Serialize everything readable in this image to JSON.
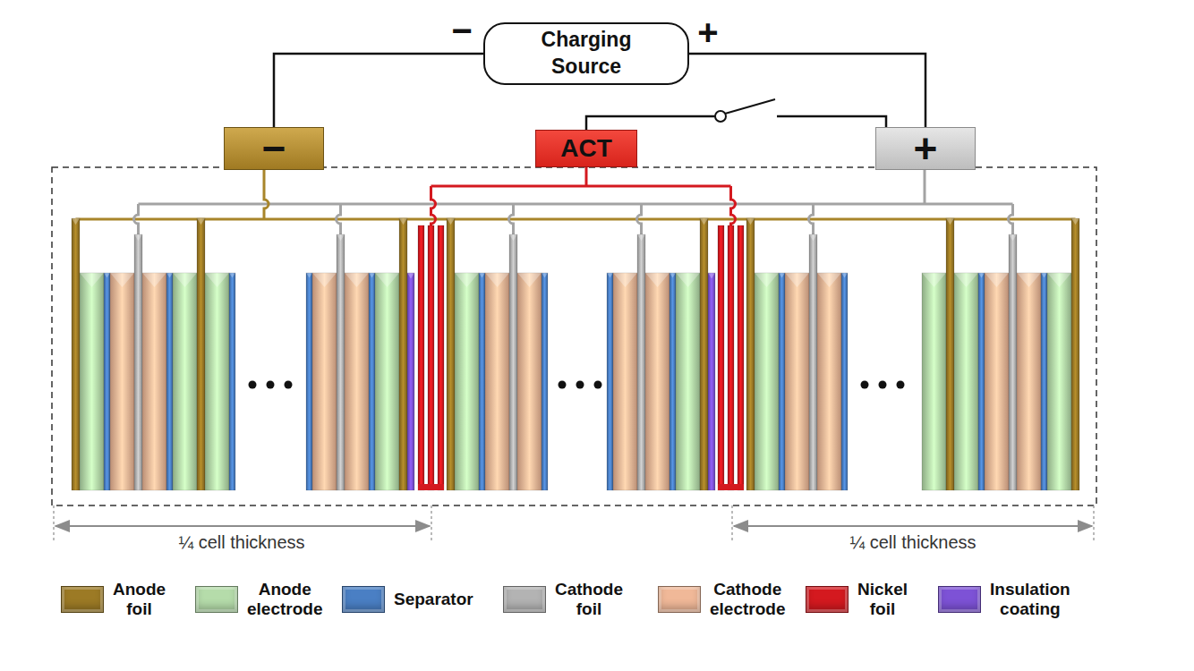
{
  "diagram": {
    "nodes": [
      {
        "text": [
          "Charging Source"
        ]
      },
      {
        "text": [
          "−"
        ]
      },
      {
        "text": [
          "ACT"
        ]
      },
      {
        "text": [
          "+"
        ]
      }
    ],
    "edges": [
      {
        "from": 0,
        "to": 1,
        "arrow": "none"
      },
      {
        "from": 0,
        "to": 3,
        "arrow": "none"
      },
      {
        "from": 2,
        "to": 3,
        "arrow": "none"
      }
    ],
    "labels": [
      "−",
      "+",
      "¼ cell thickness",
      "¼ cell thickness"
    ],
    "legend": [
      {
        "text": "Anode foil",
        "color": "#9c7a25"
      },
      {
        "text": "Anode electrode",
        "color": "#b5dcaa"
      },
      {
        "text": "Separator",
        "color": "#4a7fc4"
      },
      {
        "text": "Cathode foil",
        "color": "#b3b3b3"
      },
      {
        "text": "Cathode electrode",
        "color": "#f0b898"
      },
      {
        "text": "Nickel foil",
        "color": "#d4191f"
      },
      {
        "text": "Insulation coating",
        "color": "#7d52d6"
      }
    ]
  }
}
